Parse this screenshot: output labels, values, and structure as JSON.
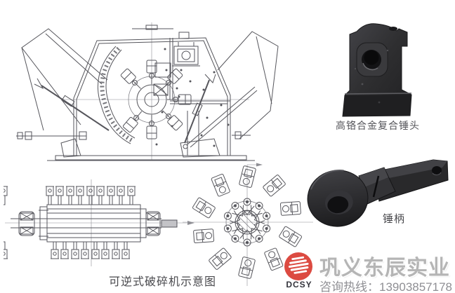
{
  "page": {
    "background": "#ffffff"
  },
  "diagrams": {
    "caption": "可逆式破碎机示意图",
    "crusher_front": {
      "name": "crusher-front-elevation",
      "line_color": "#56565c"
    },
    "rotor_side": {
      "name": "rotor-side-view",
      "line_color": "#56565c"
    },
    "rotor_front": {
      "name": "rotor-front-view",
      "line_color": "#56565c"
    }
  },
  "products": {
    "hammer_head": {
      "label": "高铬合金复合锤头",
      "body_color": "#2e2e30"
    },
    "hammer_handle": {
      "label": "锤柄",
      "body_color": "#29292b"
    }
  },
  "branding": {
    "abbr": "DCSY",
    "company": "巩义东辰实业",
    "hotline": "咨询热线：13903857178",
    "logo_color": "#dc4a41",
    "company_text_color": "#b5b5b5"
  }
}
